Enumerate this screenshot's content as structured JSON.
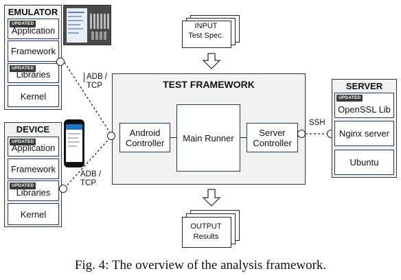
{
  "emulator": {
    "title": "EMULATOR",
    "tag": "UPDATED",
    "layers": [
      "Application",
      "Framework",
      "Libraries",
      "Kernel"
    ]
  },
  "device": {
    "title": "DEVICE",
    "tag": "UPDATED",
    "layers": [
      "Application",
      "Framework",
      "Libraries",
      "Kernel"
    ]
  },
  "input": {
    "line1": "INPUT",
    "line2": "Test Spec."
  },
  "output": {
    "line1": "OUTPUT",
    "line2": "Results"
  },
  "framework": {
    "title": "TEST FRAMEWORK",
    "android_controller": "Android Controller",
    "main_runner": "Main Runner",
    "server_controller": "Server Controller"
  },
  "server": {
    "title": "SERVER",
    "tag": "UPDATED",
    "layers": [
      "OpenSSL Lib",
      "Nginx server",
      "Ubuntu"
    ]
  },
  "connections": {
    "emulator_link": "ADB / TCP",
    "device_link": "ADB / TCP",
    "server_link": "SSH"
  },
  "caption": "Fig. 4: The overview of the analysis framework."
}
